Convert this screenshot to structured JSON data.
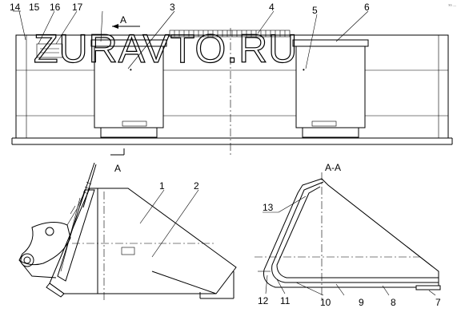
{
  "watermark": "ZURAVTO.RU",
  "corner_mark": "?? ....",
  "section_labels": {
    "top_marker": "A",
    "bottom_marker": "A",
    "section_title": "A-A"
  },
  "callouts": {
    "c14": "14",
    "c15": "15",
    "c16": "16",
    "c17": "17",
    "c3": "3",
    "c4": "4",
    "c5": "5",
    "c6": "6",
    "c1": "1",
    "c2": "2",
    "c13": "13",
    "c12": "12",
    "c11": "11",
    "c10": "10",
    "c9": "9",
    "c8": "8",
    "c7": "7"
  }
}
